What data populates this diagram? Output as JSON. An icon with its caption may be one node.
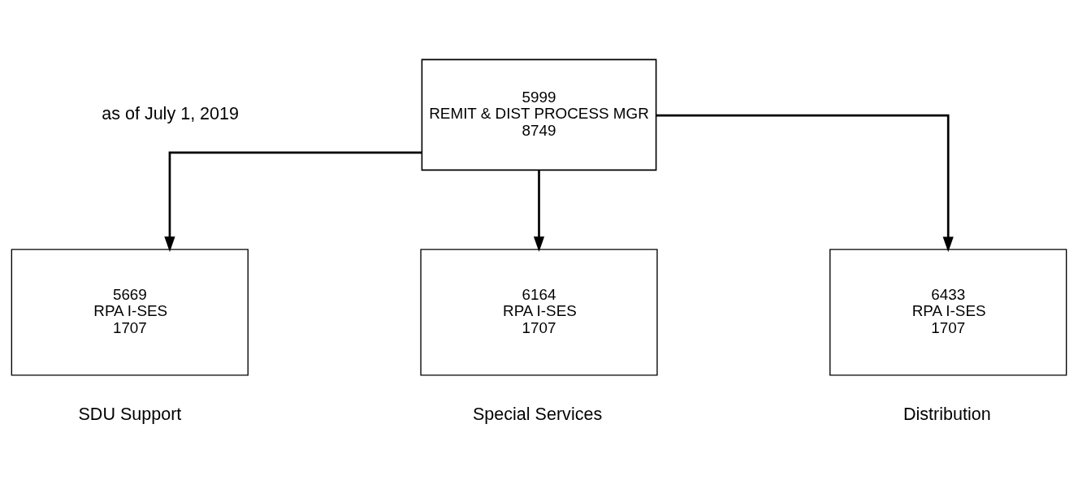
{
  "diagram": {
    "nodes": [
      {
        "text": [
          "5999",
          "REMIT & DIST PROCESS MGR",
          "8749"
        ]
      },
      {
        "text": [
          "5669",
          "RPA I-SES",
          "1707"
        ],
        "beside": [
          "SDU Support"
        ]
      },
      {
        "text": [
          "6164",
          "RPA I-SES",
          "1707"
        ],
        "beside": [
          "Special Services"
        ]
      },
      {
        "text": [
          "6433",
          "RPA I-SES",
          "1707"
        ],
        "beside": [
          "Distribution"
        ]
      }
    ],
    "edges": [
      {
        "from": 0,
        "to": 1,
        "arrow": "to"
      },
      {
        "from": 0,
        "to": 2,
        "arrow": "to"
      },
      {
        "from": 0,
        "to": 3,
        "arrow": "to"
      }
    ],
    "labels": [
      "as of July 1, 2019"
    ]
  }
}
